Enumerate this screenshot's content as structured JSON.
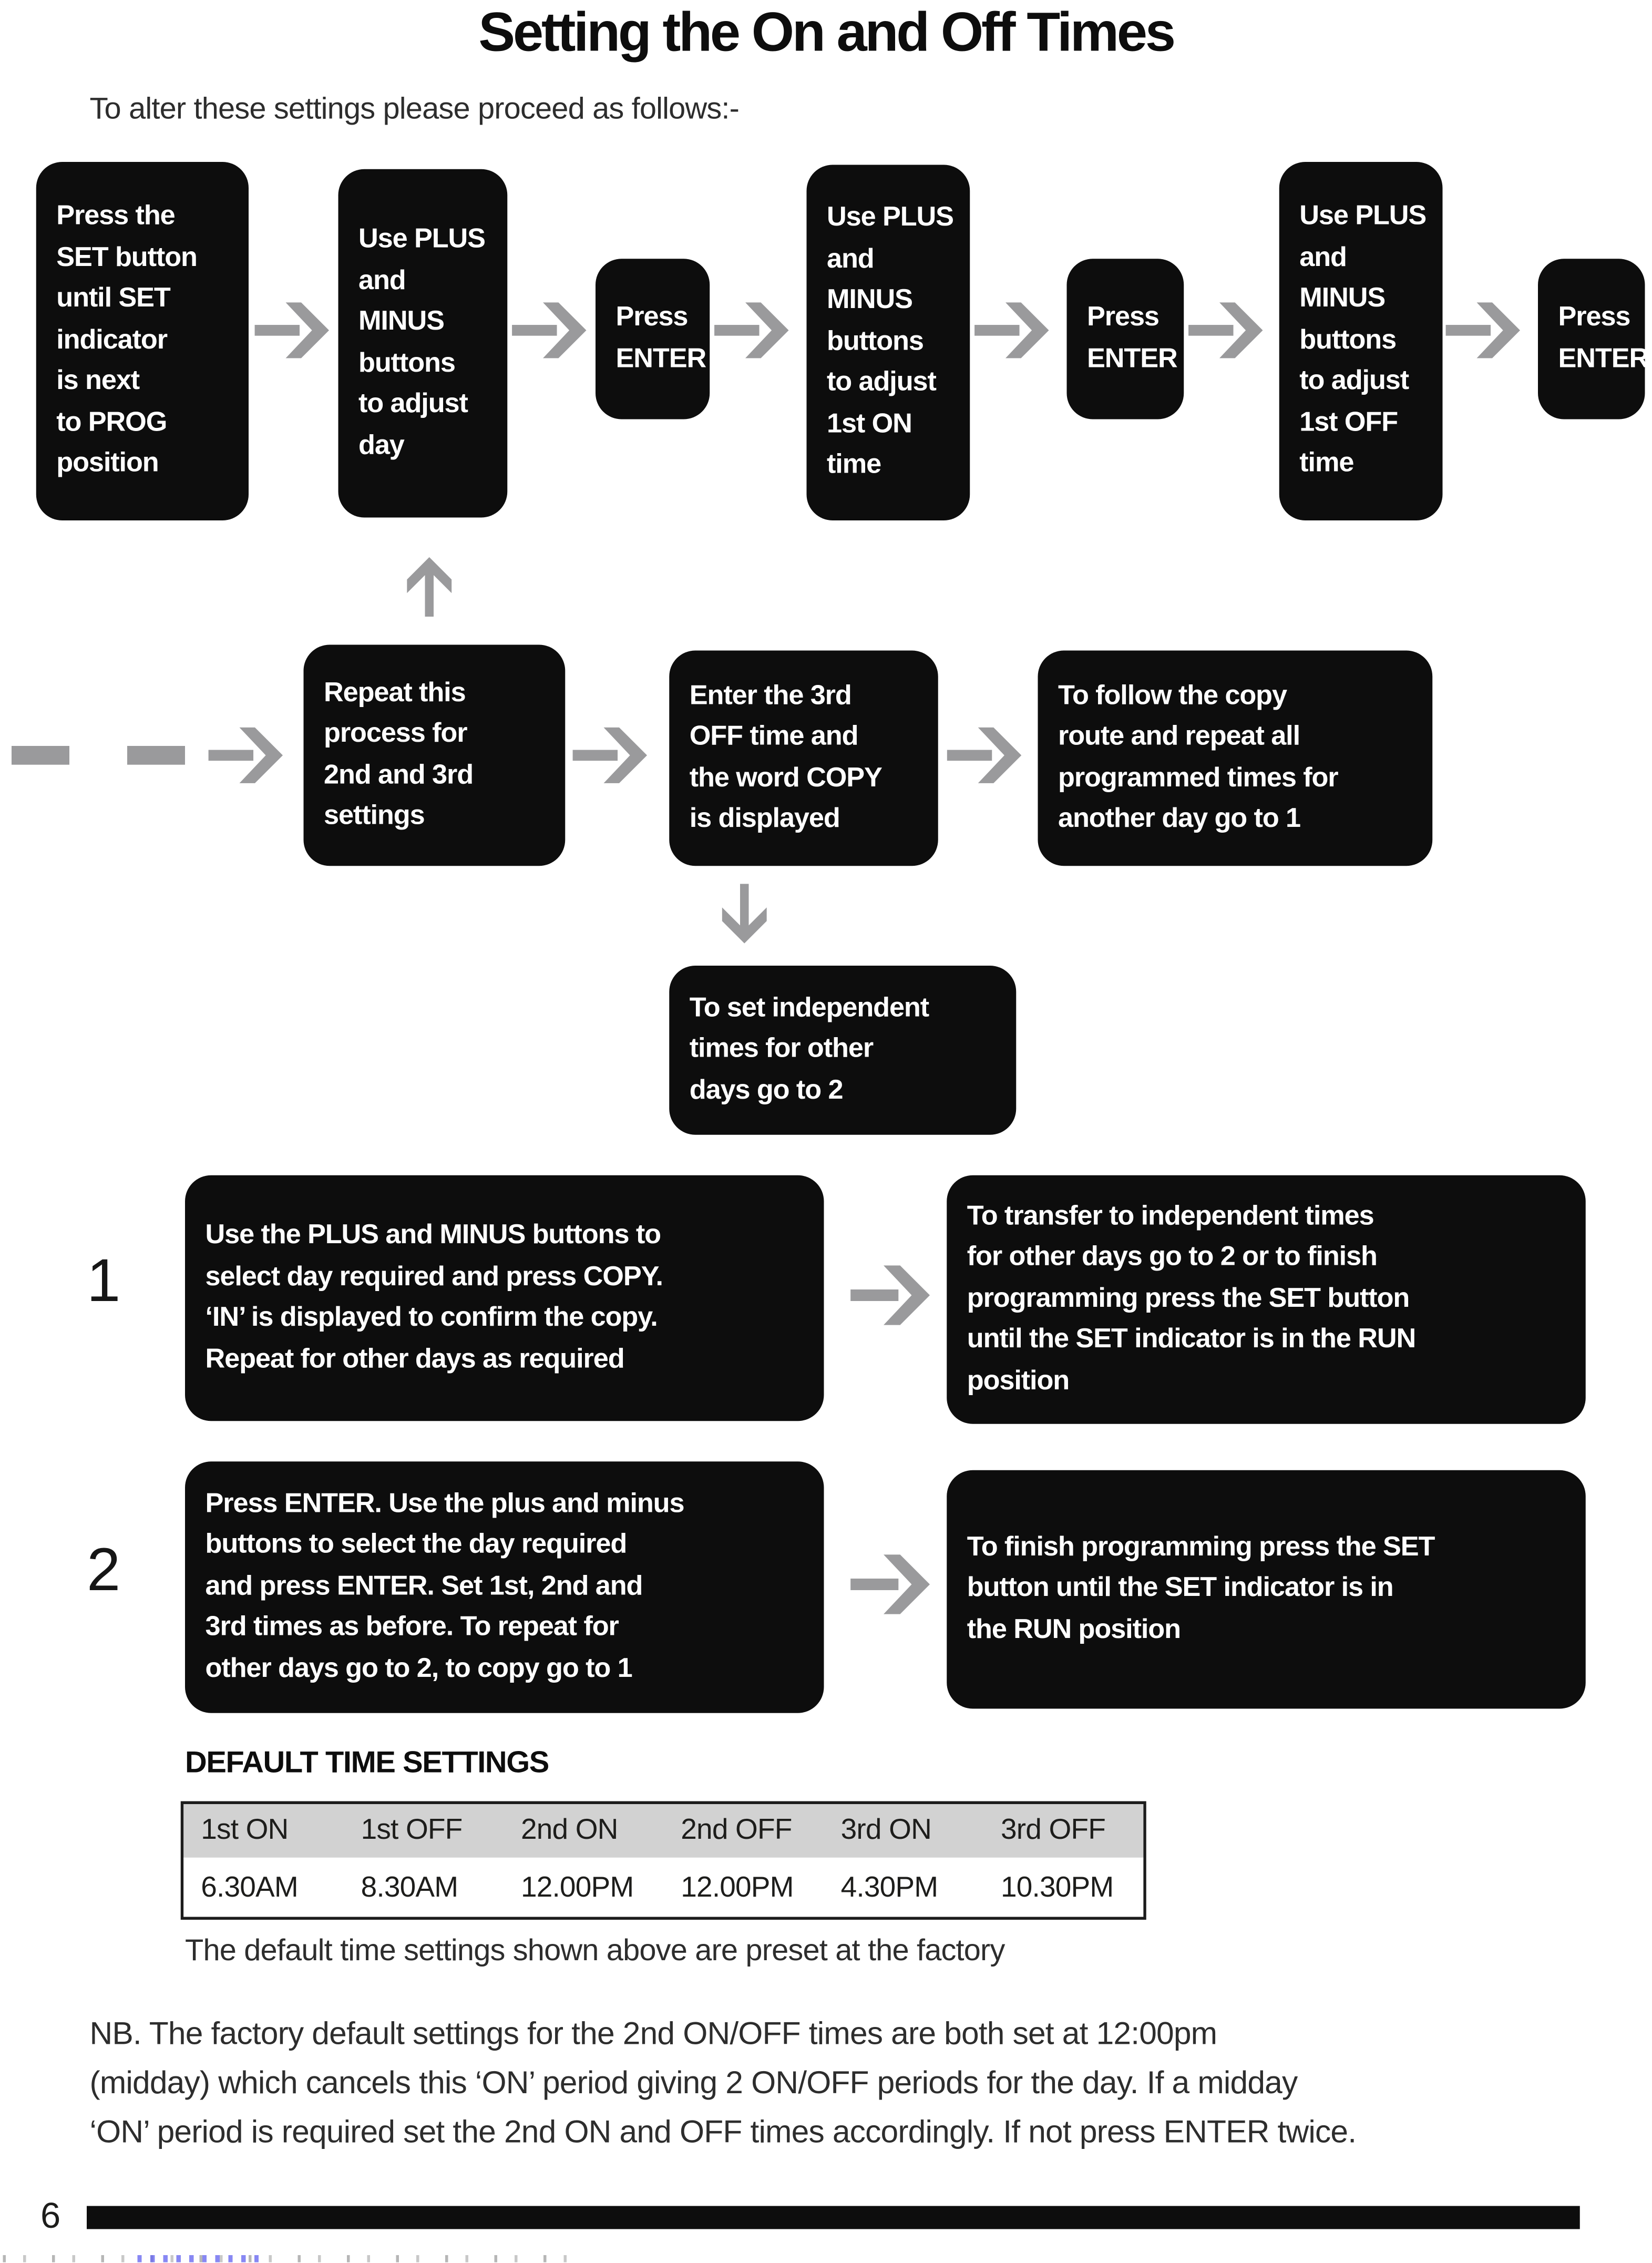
{
  "page": {
    "title": "Setting the On and Off Times",
    "subtitle": "To alter these settings please proceed as follows:-",
    "page_number": "6"
  },
  "colors": {
    "box_background": "#0d0d0d",
    "box_text": "#ffffff",
    "arrow_gray": "#9a9a9c",
    "table_header_background": "#d2d2d2",
    "body_text": "#2d2d2d"
  },
  "flowchart": {
    "row1": [
      {
        "text": "Press the\nSET button\nuntil SET\nindicator\nis next\nto PROG\nposition"
      },
      {
        "text": "Use PLUS\nand\nMINUS\nbuttons\nto adjust\nday"
      },
      {
        "text": "Press\nENTER"
      },
      {
        "text": "Use PLUS\nand\nMINUS\nbuttons\nto adjust\n1st ON\ntime"
      },
      {
        "text": "Press\nENTER"
      },
      {
        "text": "Use PLUS\nand\nMINUS\nbuttons\nto adjust\n1st OFF\ntime"
      },
      {
        "text": "Press\nENTER"
      }
    ],
    "row2": [
      {
        "text": "Repeat this\nprocess for\n2nd and 3rd\nsettings"
      },
      {
        "text": "Enter the 3rd\nOFF time and\nthe word COPY\nis displayed"
      },
      {
        "text": "To follow the copy\nroute and repeat all\nprogrammed times for\nanother day go to 1"
      }
    ],
    "row3": [
      {
        "text": "To set independent\ntimes for other\ndays go to 2"
      }
    ]
  },
  "sections": [
    {
      "number": "1",
      "left": "Use the PLUS and MINUS buttons to\nselect day required and press COPY.\n‘IN’ is displayed to confirm the copy.\nRepeat for other days as required",
      "right": "To transfer to independent times\nfor other days go to 2 or to finish\nprogramming press the SET button\nuntil the SET indicator is in the RUN\nposition"
    },
    {
      "number": "2",
      "left": "Press ENTER. Use the plus and minus\nbuttons to select the day required\nand press ENTER. Set 1st, 2nd and\n3rd times as before. To repeat for\nother days go to 2, to copy go to 1",
      "right": "To finish programming press the SET\nbutton until the SET indicator is in\nthe RUN position"
    }
  ],
  "default_settings": {
    "heading": "DEFAULT TIME SETTINGS",
    "columns": [
      "1st ON",
      "1st OFF",
      "2nd ON",
      "2nd OFF",
      "3rd ON",
      "3rd OFF"
    ],
    "values": [
      "6.30AM",
      "8.30AM",
      "12.00PM",
      "12.00PM",
      "4.30PM",
      "10.30PM"
    ],
    "caption": "The default time settings shown above are preset at the factory"
  },
  "note": "NB. The factory default settings for the 2nd ON/OFF times are both set at 12:00pm\n(midday) which cancels this ‘ON’ period giving 2 ON/OFF periods for the day. If a midday\n‘ON’ period is required set the 2nd ON and OFF times accordingly. If not press ENTER twice."
}
